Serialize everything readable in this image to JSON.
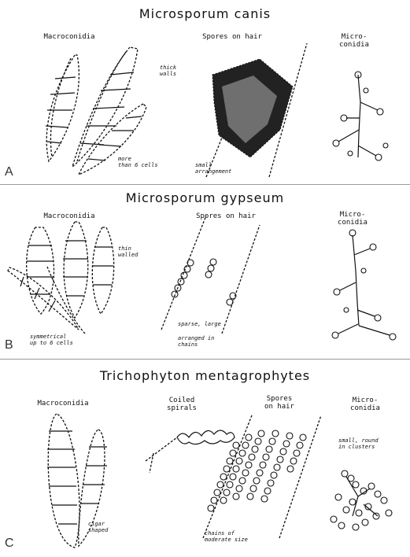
{
  "panels": [
    {
      "letter": "A",
      "title": "Microsporum canis",
      "columns": [
        "Macroconidia",
        "Spores on hair",
        "Micro-\nconidia"
      ],
      "notes": [
        "thick\nwalls",
        "more\nthan 6 cells",
        "small\narrangement"
      ]
    },
    {
      "letter": "B",
      "title": "Microsporum gypseum",
      "columns": [
        "Macroconidia",
        "Spores on hair",
        "Micro-\nconidia"
      ],
      "notes": [
        "thin\nwalled",
        "symmetrical\nup to 6 cells",
        "sparse, large",
        "arranged in\nchains"
      ]
    },
    {
      "letter": "C",
      "title": "Trichophyton mentagrophytes",
      "columns": [
        "Macroconidia",
        "Coiled\nspirals",
        "Spores\non hair",
        "Micro-\nconidia"
      ],
      "notes": [
        "cigar\nshaped",
        "chains of\nmoderate size",
        "small, round\nin clusters"
      ]
    }
  ]
}
